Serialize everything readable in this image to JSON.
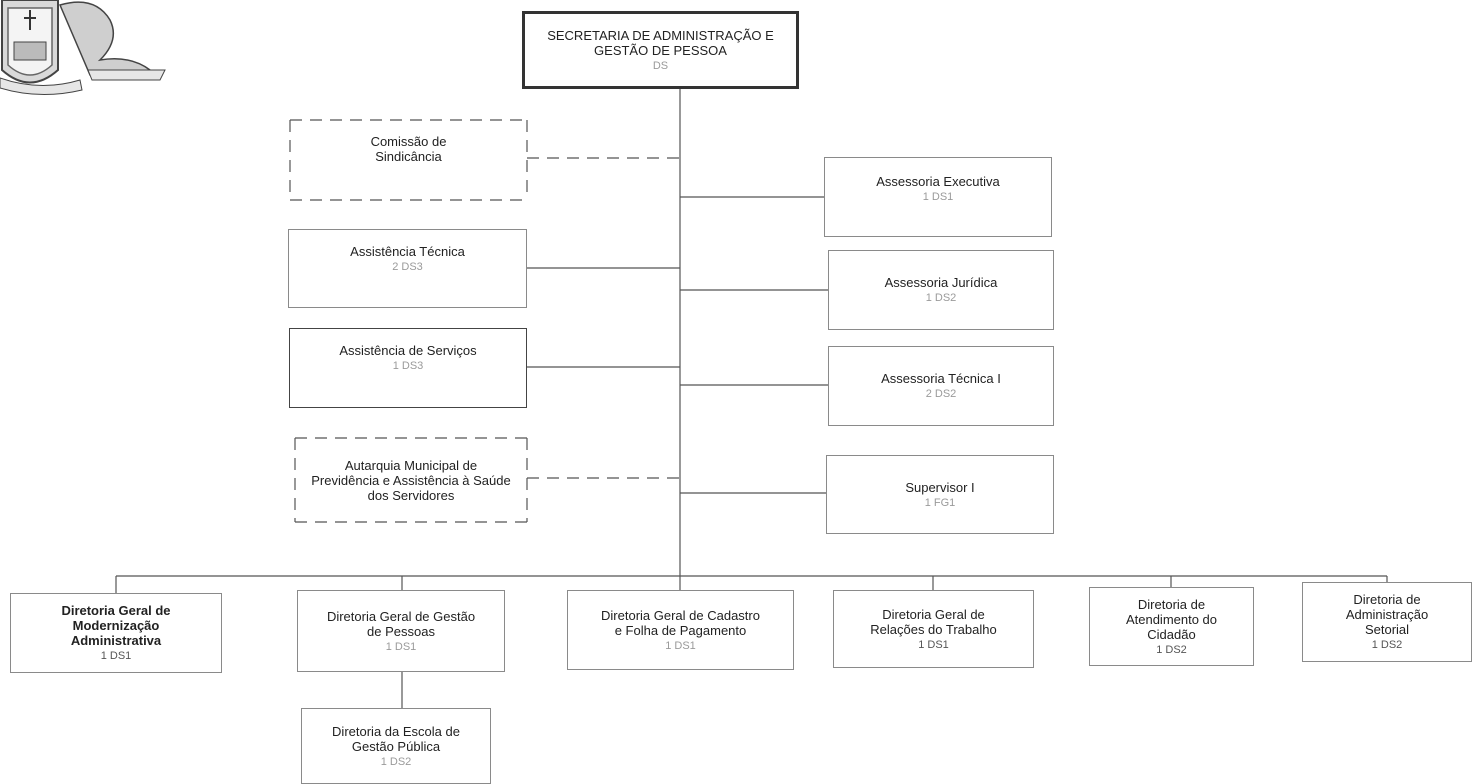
{
  "top": {
    "title": "SECRETARIA DE ADMINISTRAÇÃO E GESTÃO DE PESSOA",
    "code": "DS"
  },
  "left": [
    {
      "title": "Comissão de Sindicância",
      "code": ""
    },
    {
      "title": "Assistência Técnica",
      "code": "2 DS3"
    },
    {
      "title": "Assistência de Serviços",
      "code": "1 DS3"
    },
    {
      "title": "Autarquia Municipal de Previdência e Assistência à Saúde dos Servidores",
      "code": ""
    }
  ],
  "right": [
    {
      "title": "Assessoria Executiva",
      "code": "1 DS1"
    },
    {
      "title": "Assessoria Jurídica",
      "code": "1 DS2"
    },
    {
      "title": "Assessoria Técnica I",
      "code": "2 DS2"
    },
    {
      "title": "Supervisor I",
      "code": "1 FG1"
    }
  ],
  "bottom": [
    {
      "title": "Diretoria Geral de Modernização Administrativa",
      "code": "1 DS1"
    },
    {
      "title": "Diretoria Geral de Gestão de Pessoas",
      "code": "1 DS1"
    },
    {
      "title": "Diretoria Geral de Cadastro e Folha de Pagamento",
      "code": "1 DS1"
    },
    {
      "title": "Diretoria Geral de Relações do Trabalho",
      "code": "1 DS1"
    },
    {
      "title": "Diretoria de Atendimento do Cidadão",
      "code": "1 DS2"
    },
    {
      "title": "Diretoria de Administração Setorial",
      "code": "1 DS2"
    }
  ],
  "sub": {
    "title": "Diretoria da Escola de Gestão Pública",
    "code": "1 DS2"
  }
}
